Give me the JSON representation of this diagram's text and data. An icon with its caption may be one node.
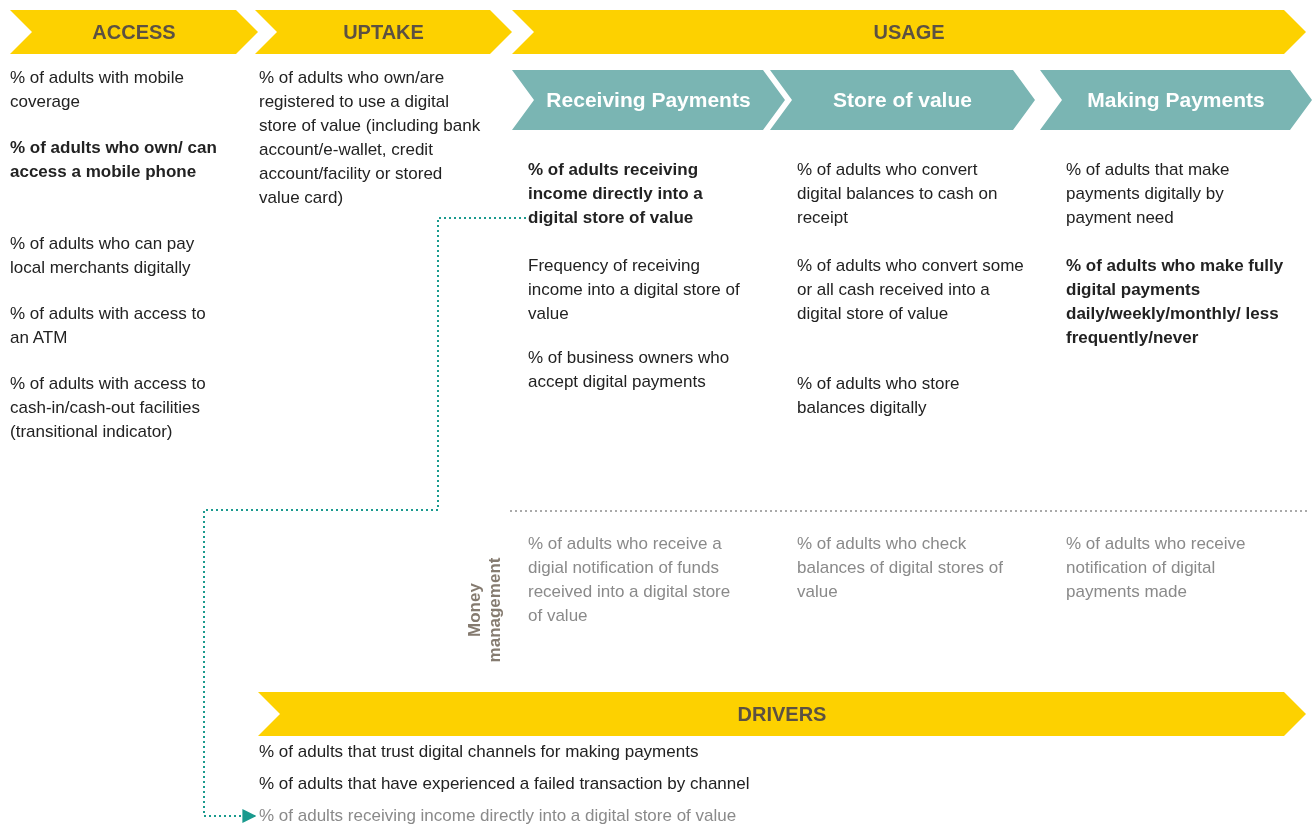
{
  "diagram": {
    "nodes": [
      {
        "text": [
          "ACCESS"
        ],
        "beside": [
          "% of adults with mobile coverage",
          "% of adults who own/ can access a mobile phone",
          "% of adults who can pay local merchants digitally",
          "% of adults with access to an ATM",
          "% of adults with access to cash-in/cash-out facilities (transitional indicator)"
        ]
      },
      {
        "text": [
          "UPTAKE"
        ],
        "beside": [
          "% of adults who own/are registered to use a digital store of value (including bank account/e-wallet, credit account/facility or stored value card)"
        ]
      },
      {
        "text": [
          "USAGE"
        ]
      },
      {
        "text": [
          "Receiving Payments"
        ],
        "beside": [
          "Frequency of receiving income into a digital store of value",
          "% of business owners who accept digital payments"
        ]
      },
      {
        "text": [
          "Store of value"
        ],
        "beside": [
          "% of adults who convert digital balances to cash on receipt",
          "% of adults who convert some or all cash received into a digital store of value",
          "% of adults who store balances digitally"
        ]
      },
      {
        "text": [
          "Making Payments"
        ],
        "beside": [
          "% of adults that make payments digitally by payment need",
          "% of adults who make fully digital payments daily/weekly/monthly/ less frequently/never"
        ]
      },
      {
        "text": [
          "DRIVERS"
        ],
        "beside": [
          "% of adults that trust digital channels for making payments",
          "% of adults that have experienced a failed transaction by channel"
        ]
      },
      {
        "text": [
          "% of adults receiving income directly into a digital store of value"
        ]
      },
      {
        "text": [
          "% of adults receiving income directly into a digital store of value"
        ]
      }
    ],
    "edges": [
      {
        "from": 7,
        "to": 8,
        "arrow": "to",
        "style": "dashed",
        "color": "#1a9a8e"
      }
    ],
    "labels": [
      "Money management",
      "% of adults who receive a digial notification of funds received into a digital store of value",
      "% of adults who check balances of digital stores of value",
      "% of adults who receive notification of digital payments made"
    ]
  }
}
